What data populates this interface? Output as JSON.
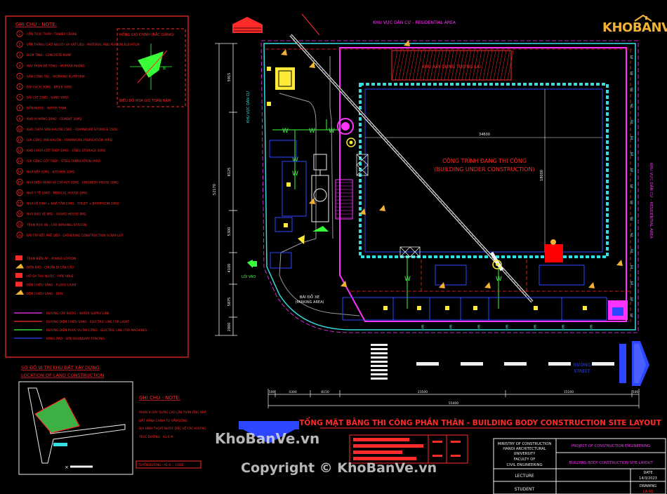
{
  "colors": {
    "background": "#000000",
    "red": "#ff2a2a",
    "magenta": "#ff33ff",
    "cyan": "#33dfe0",
    "blue": "#2d46ff",
    "yellow": "#ffea3a",
    "green": "#39ff39",
    "white": "#f0f0f0",
    "orange": "#f2b233"
  },
  "legend": {
    "title": "GHI CHÚ - NOTE:",
    "items": [
      "CẦN TRỤC THÁP - TOWER CRANE",
      "VẬN THĂNG CHỞ NGƯỜI VÀ VẬT LIỆU - MATERIAL AND PERSON ELEVATOR",
      "BƠM TĨNH - CONCRETE PUMP",
      "MÁY TRỘN BÊ TÔNG - MORTAR MIXING",
      "SÀN CÔNG TÁC - WORKING PLATFORM",
      "BÃI GẠCH 30M2 - BRICK YARD",
      "BÃI CÁT 25M2 - SAND YARD",
      "BỒN NƯỚC - WATER TANK",
      "KHO XI MĂNG 20M2 - CEMENT 20M2",
      "KHO CHỨA VÁN KHUÔN 15M2 - FORMWORK STORAGE 15M2",
      "GIA CÔNG VÁN KHUÔN - FORMWORK FABRICATION YARD",
      "KHO CHỨA CỐT THÉP 50M2 - STEEL STORAGE 50M2",
      "GIA CÔNG CỐT THÉP - STEEL FABRICATION YARD",
      "NHÀ BẾP 32M2 - KITCHEN 32M2",
      "NHÀ ĐIỀU HÀNH VÀ CHỈ HUY 30M2 - ENGINEER HOUSE 30M2",
      "NHÀ Y TẾ 16M2 - MEDICAL HOUSE 16M2",
      "NHÀ VỆ SINH + NHÀ TẮM 20M2 - TOILET + BATHROOM 20M2",
      "NHÀ BẢO VỆ 8M2 - GUARD HOUSE 8M2",
      "TRẠM RỬA XE - CAR WASHING STATION",
      "BÃI TẬP KẾT PHẾ LIỆU - GATHERING CONSTRUCTION SCRAP LOT"
    ],
    "symbols": [
      "TRẠM BIẾN ÁP - POWER STATION",
      "BIỂN BÁO - CHUẨN BỊ CẦN CẨU",
      "HỐ GA THU NƯỚC - PIPE HOLE",
      "ĐÈN CHIẾU SÁNG - FLOOD LIGHT",
      "ĐÈN CHIẾU SÁNG - ĐÈN"
    ],
    "lines": [
      "ĐƯỜNG CẤP NƯỚC - WATER SUPPLY LINE",
      "ĐƯỜNG ĐIỆN CHIẾU SÁNG - ELECTRIC LINE FOR LIGHT",
      "ĐƯỜNG ĐIỆN PHỤC VỤ THI CÔNG - ELECTRIC LINE FOR MACHINES",
      "HÀNG RÀO - SITE BOUNDARY FENCING"
    ]
  },
  "rose": {
    "title": "HỒNG GIÓ CHÍNH (BẮC GIANG)",
    "caption": "BIỂU ĐỒ HOA GIÓ TOÀN NĂM"
  },
  "location": {
    "title_vi": "SƠ ĐỒ VỊ TRÍ KHU ĐẤT XÂY DỰNG",
    "title_en": "LOCATION OF LAND CONSTRUCTION"
  },
  "note2": {
    "title": "GHI CHÚ - NOTE:",
    "lines": [
      "PHẠM VI XÂY DỰNG CAO LẦN THÂN ỐNG NHÀ",
      "ĐẤT HÀNH CHÍNH TƯ VẤN ĐỒNG",
      "ĐỊA HÌNH THOÁT NƯỚC DỐC VỀ CÁC HƯỚNG",
      "TRỤC ĐƯỜNG - A1-6 M"
    ],
    "footer": "TUYẾN ĐƯỜNG - A1-6 ... CODE"
  },
  "site": {
    "north_label": "KHU VỰC DÂN CƯ - RESIDENTIAL AREA",
    "east_label": "KHU VỰC DÂN CƯ - RESIDENTIAL AREA",
    "west_label": "KHU VỰC DÂN CƯ",
    "building_vi": "CÔNG TRÌNH ĐANG THI CÔNG",
    "building_en": "(BUILDING UNDER CONSTRUCTION)",
    "top_block": "KHU XÂY DỰNG TƯƠNG LAI",
    "parking_vi": "BÃI ĐỖ XE",
    "parking_en": "(PARKING AREA)",
    "gate_label": "LỐI VÀO",
    "street_vi": "ĐƯỜNG",
    "street_en": "STREET"
  },
  "dimensions": {
    "left_total": "52170",
    "left_parts": [
      "5915",
      "8125",
      "5300",
      "4100",
      "5875",
      "2000"
    ],
    "bottom_total": "55400",
    "bottom_parts": [
      "500",
      "4300",
      "8150",
      "23500",
      "15100",
      "500"
    ],
    "building_width": "34600",
    "building_height": "18000"
  },
  "title_block": {
    "main_title": "TỔNG MẶT BẰNG THI CÔNG PHẦN THÂN - BUILDING BODY CONSTRUCTION SITE LAYOUT",
    "ministry": "MINISTRY OF CONSTRUCTION",
    "univ1": "HANOI ARCHITECTURAL",
    "univ2": "UNIVERSITY",
    "faculty1": "FACULTY OF",
    "faculty2": "CIVIL ENGINEERING",
    "project_name": "PROJECT OF CONSTRUCTION ENGINEERING",
    "sheet_name": "BUILDING BODY CONSTRUCTION SITE LAYOUT",
    "lecture": "LECTURE",
    "student": "STUDENT",
    "date_label": "DATE",
    "date_value": "14/3/2023",
    "drawing_label": "DRAWING",
    "drawing_no": "LA-01"
  },
  "branding": {
    "logo": "KHOBANVE",
    "watermark": "KhoBanVe.vn",
    "copyright": "Copyright © KhoBanVe.vn"
  }
}
